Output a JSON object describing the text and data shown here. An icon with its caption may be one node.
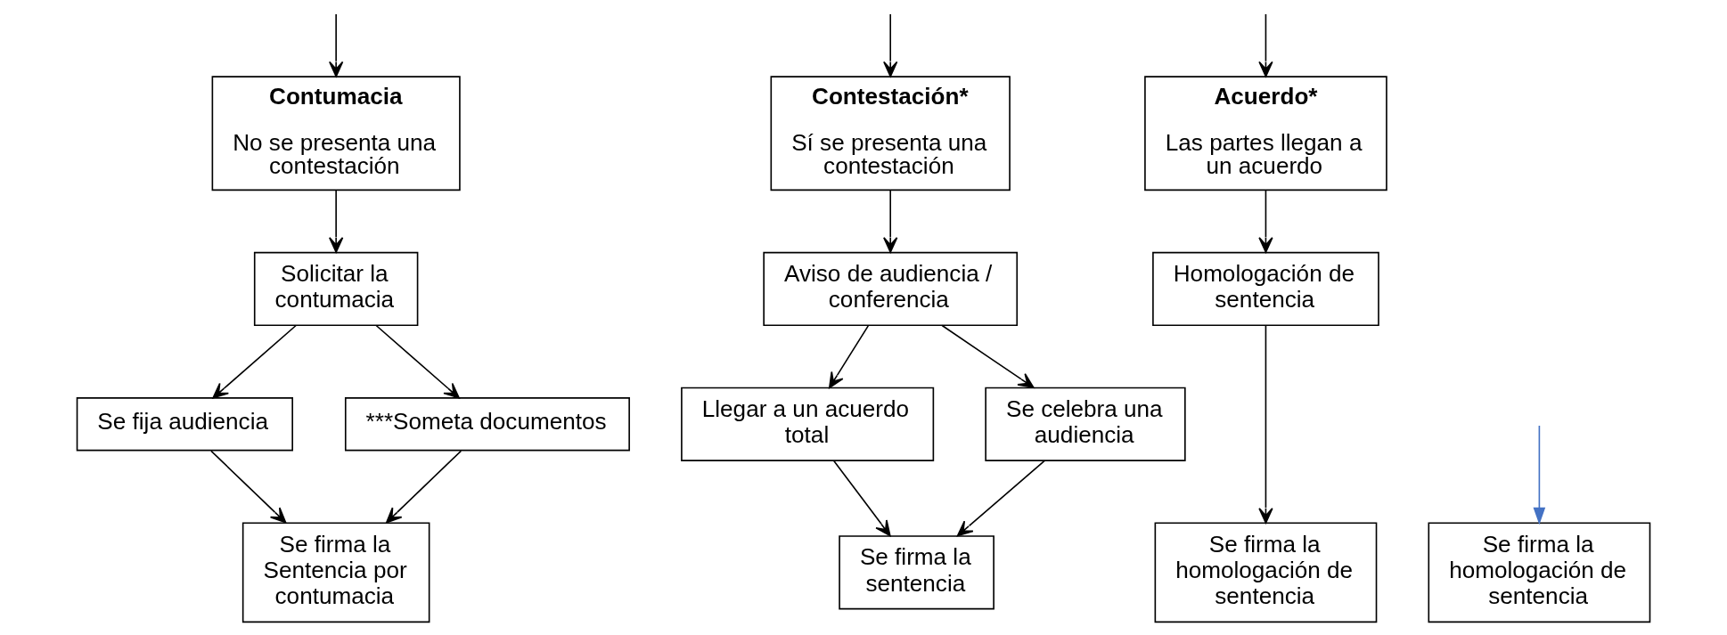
{
  "diagram": {
    "nodes": [
      {
        "text": [
          "Contumacia",
          "No se presenta una contestación"
        ]
      },
      {
        "text": [
          "Contestación*",
          "Sí se presenta una contestación"
        ]
      },
      {
        "text": [
          "Acuerdo*",
          "Las partes llegan a un acuerdo"
        ]
      },
      {
        "text": [
          "Solicitar la contumacia"
        ]
      },
      {
        "text": [
          "Aviso de audiencia / conferencia"
        ]
      },
      {
        "text": [
          "Homologación de sentencia"
        ]
      },
      {
        "text": [
          "Se fija audiencia"
        ]
      },
      {
        "text": [
          "***Someta documentos"
        ]
      },
      {
        "text": [
          "Llegar a un acuerdo total"
        ]
      },
      {
        "text": [
          "Se celebra una audiencia"
        ]
      },
      {
        "text": [
          "Se firma la Sentencia por contumacia"
        ]
      },
      {
        "text": [
          "Se firma la sentencia"
        ]
      },
      {
        "text": [
          "Se firma la homologación de sentencia"
        ]
      },
      {
        "text": [
          "Se firma la homologación de sentencia"
        ]
      }
    ],
    "edges": [
      {
        "from": null,
        "to": 0,
        "arrow": "to"
      },
      {
        "from": null,
        "to": 1,
        "arrow": "to"
      },
      {
        "from": null,
        "to": 2,
        "arrow": "to"
      },
      {
        "from": 0,
        "to": 3,
        "arrow": "to"
      },
      {
        "from": 1,
        "to": 4,
        "arrow": "to"
      },
      {
        "from": 2,
        "to": 5,
        "arrow": "to"
      },
      {
        "from": 3,
        "to": 6,
        "arrow": "to"
      },
      {
        "from": 3,
        "to": 7,
        "arrow": "to"
      },
      {
        "from": 4,
        "to": 8,
        "arrow": "to"
      },
      {
        "from": 4,
        "to": 9,
        "arrow": "to"
      },
      {
        "from": 6,
        "to": 10,
        "arrow": "to"
      },
      {
        "from": 7,
        "to": 10,
        "arrow": "to"
      },
      {
        "from": 8,
        "to": 11,
        "arrow": "to"
      },
      {
        "from": 9,
        "to": 11,
        "arrow": "to"
      },
      {
        "from": 5,
        "to": 12,
        "arrow": "to"
      },
      {
        "from": null,
        "to": 13,
        "arrow": "to",
        "color": "#4472c4"
      }
    ]
  }
}
